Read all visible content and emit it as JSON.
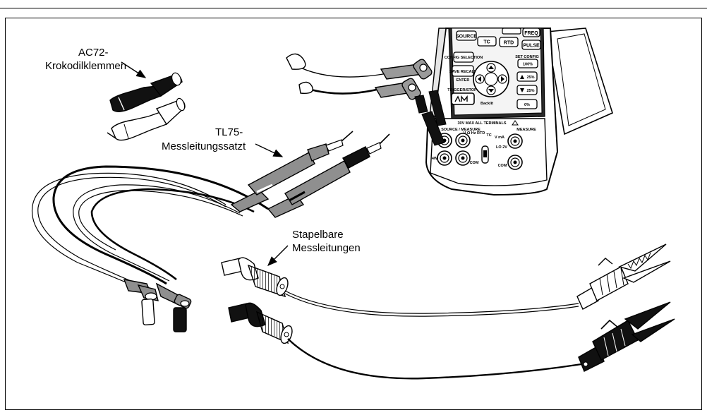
{
  "labels": {
    "ac72_line1": "AC72-",
    "ac72_line2": "Krokodilklemmen",
    "tl75_line1": "TL75-",
    "tl75_line2": "Messleitungssatzt",
    "stack_line1": "Stapelbare",
    "stack_line2": "Messleitungen"
  },
  "device": {
    "keys": {
      "source": "SOURCE",
      "tc": "TC",
      "rtd": "RTD",
      "freq": "FREQ",
      "pulse": "PULSE",
      "config": "CONFIG SELECTION",
      "save_recall": "SAVE RECALL",
      "enter": "ENTER",
      "set_config": "SET CONFIG",
      "pct100": "100%",
      "up25": "25%",
      "down25": "25%",
      "pct0": "0%",
      "trigger": "TRIGGER/STOP",
      "backlight": "Backlit"
    },
    "terminals_label": "30V MAX ALL TERMINALS",
    "source_measure": "SOURCE / MEASURE",
    "measure": "MEASURE",
    "v_ohm_rtd": "V Ω Hz RTD",
    "tc_label": "TC",
    "v_ma": "V mA",
    "range_label": "LO 2V",
    "com1": "COM",
    "com2": "COM",
    "wire4": "4W"
  }
}
